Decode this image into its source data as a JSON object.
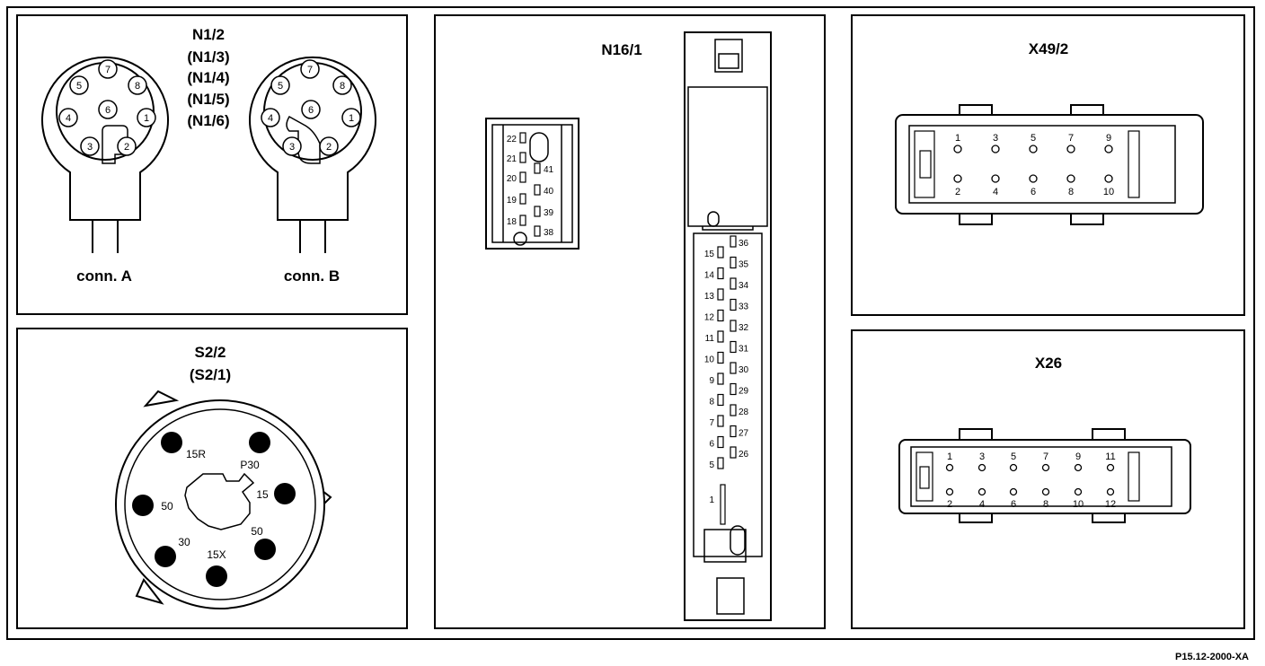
{
  "n1": {
    "title": "N1/2",
    "alternates": [
      "(N1/3)",
      "(N1/4)",
      "(N1/5)",
      "(N1/6)"
    ],
    "conn_a_label": "conn. A",
    "conn_b_label": "conn. B",
    "pins": [
      "1",
      "2",
      "3",
      "4",
      "5",
      "6",
      "7",
      "8"
    ]
  },
  "s2": {
    "title": "S2/2",
    "alternate": "(S2/1)",
    "terminals": [
      "15R",
      "P30",
      "50",
      "15",
      "30",
      "50",
      "15X"
    ]
  },
  "n16": {
    "title": "N16/1",
    "small_left": [
      "22",
      "21",
      "20",
      "19",
      "18"
    ],
    "small_right": [
      "41",
      "40",
      "39",
      "38"
    ],
    "main_left": [
      "15",
      "14",
      "13",
      "12",
      "11",
      "10",
      "9",
      "8",
      "7",
      "6",
      "5",
      "1"
    ],
    "main_right": [
      "36",
      "35",
      "34",
      "33",
      "32",
      "31",
      "30",
      "29",
      "28",
      "27",
      "26"
    ]
  },
  "x49": {
    "title": "X49/2",
    "top_pins": [
      "1",
      "3",
      "5",
      "7",
      "9"
    ],
    "bottom_pins": [
      "2",
      "4",
      "6",
      "8",
      "10"
    ]
  },
  "x26": {
    "title": "X26",
    "top_pins": [
      "1",
      "3",
      "5",
      "7",
      "9",
      "11"
    ],
    "bottom_pins": [
      "2",
      "4",
      "6",
      "8",
      "10",
      "12"
    ]
  },
  "reference": "P15.12-2000-XA"
}
